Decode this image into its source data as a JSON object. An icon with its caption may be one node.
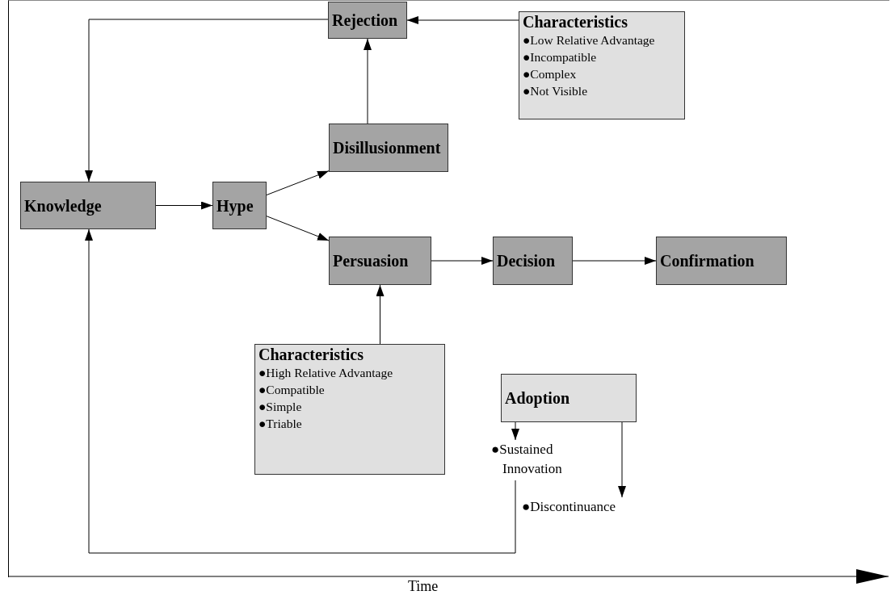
{
  "diagram": {
    "nodes": [
      {
        "text": [
          "Rejection"
        ]
      },
      {
        "text": [
          "Characteristics",
          "●Low Relative Advantage",
          "●Incompatible",
          "●Complex",
          "●Not Visible"
        ]
      },
      {
        "text": [
          "Disillusionment"
        ]
      },
      {
        "text": [
          "Knowledge"
        ]
      },
      {
        "text": [
          "Hype"
        ]
      },
      {
        "text": [
          "Persuasion"
        ]
      },
      {
        "text": [
          "Decision"
        ]
      },
      {
        "text": [
          "Confirmation"
        ]
      },
      {
        "text": [
          "Characteristics",
          "●High Relative Advantage",
          "●Compatible",
          "●Simple",
          "●Triable"
        ]
      },
      {
        "text": [
          "Adoption"
        ]
      },
      {
        "text": [
          "●Sustained Innovation"
        ]
      },
      {
        "text": [
          "●Discontinuance"
        ]
      }
    ],
    "edges": [
      {
        "from": 0,
        "to": 3,
        "arrow": "to"
      },
      {
        "from": 1,
        "to": 0,
        "arrow": "to"
      },
      {
        "from": 2,
        "to": 0,
        "arrow": "to"
      },
      {
        "from": 3,
        "to": 4,
        "arrow": "to"
      },
      {
        "from": 4,
        "to": 2,
        "arrow": "to"
      },
      {
        "from": 4,
        "to": 5,
        "arrow": "to"
      },
      {
        "from": 5,
        "to": 6,
        "arrow": "to"
      },
      {
        "from": 6,
        "to": 7,
        "arrow": "to"
      },
      {
        "from": 8,
        "to": 5,
        "arrow": "to"
      },
      {
        "from": 9,
        "to": 10,
        "arrow": "to"
      },
      {
        "from": 9,
        "to": 11,
        "arrow": "to"
      },
      {
        "from": 10,
        "to": 3,
        "arrow": "to"
      }
    ],
    "labels": [
      "Time"
    ]
  }
}
